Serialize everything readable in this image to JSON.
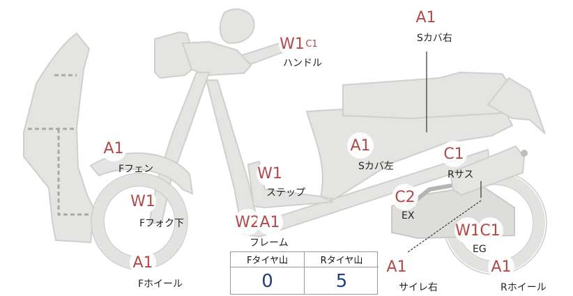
{
  "parts": [
    {
      "id": "s-cover-right",
      "label": "Sカバ右",
      "codes": [
        "A1"
      ]
    },
    {
      "id": "handle",
      "label": "ハンドル",
      "codes": [
        "W1",
        "C1"
      ]
    },
    {
      "id": "f-fender",
      "label": "Fフェン",
      "codes": [
        "A1"
      ]
    },
    {
      "id": "s-cover-left",
      "label": "Sカバ左",
      "codes": [
        "A1"
      ]
    },
    {
      "id": "r-suspension",
      "label": "Rサス",
      "codes": [
        "C1"
      ]
    },
    {
      "id": "step",
      "label": "ステップ",
      "codes": [
        "W1"
      ]
    },
    {
      "id": "f-fork-lower",
      "label": "Fフォク下",
      "codes": [
        "W1"
      ]
    },
    {
      "id": "exhaust",
      "label": "EX",
      "codes": [
        "C2"
      ]
    },
    {
      "id": "frame",
      "label": "フレーム",
      "codes": [
        "W2",
        "A1"
      ]
    },
    {
      "id": "engine",
      "label": "EG",
      "codes": [
        "W1",
        "C1"
      ]
    },
    {
      "id": "f-wheel",
      "label": "Fホイール",
      "codes": [
        "A1"
      ]
    },
    {
      "id": "muffler-right",
      "label": "サイレ右",
      "codes": [
        "A1"
      ]
    },
    {
      "id": "r-wheel",
      "label": "Rホイール",
      "codes": [
        "A1"
      ]
    }
  ],
  "tire_table": {
    "front_header": "Fタイヤ山",
    "rear_header": "Rタイヤ山",
    "front_value": "0",
    "rear_value": "5"
  },
  "colors": {
    "code_text": "#b04a4a",
    "tire_value_text": "#1f3e7a",
    "part_fill": "#e4e4e2"
  }
}
